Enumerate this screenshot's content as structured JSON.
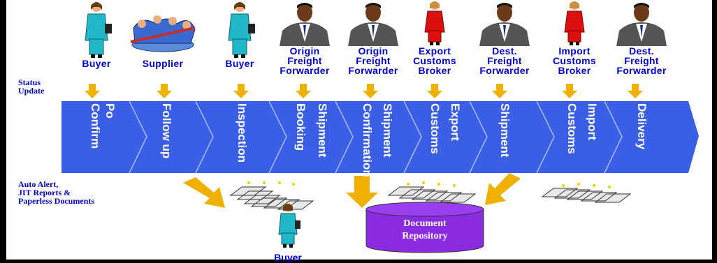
{
  "actors": [
    {
      "label": "Buyer",
      "icon": "woman-teal-icon"
    },
    {
      "label": "Supplier",
      "icon": "workers-group-icon"
    },
    {
      "label": "Buyer",
      "icon": "woman-teal-icon"
    },
    {
      "label": "Origin\nFreight\nForwarder",
      "icon": "businessman-icon"
    },
    {
      "label": "Origin\nFreight\nForwarder",
      "icon": "businessman-icon"
    },
    {
      "label": "Export\nCustoms\nBroker",
      "icon": "woman-red-icon"
    },
    {
      "label": "Dest.\nFreight\nForwarder",
      "icon": "businessman-icon"
    },
    {
      "label": "Import\nCustoms\nBroker",
      "icon": "woman-red-icon"
    },
    {
      "label": "Dest.\nFreight\nForwarder",
      "icon": "businessman-icon"
    }
  ],
  "status_label": "Status\nUpdate",
  "alert_label": "Auto Alert,\nJIT Reports &\nPaperless Documents",
  "steps": [
    {
      "lines": [
        "Po",
        "Confirm"
      ]
    },
    {
      "lines": [
        "Follow up"
      ]
    },
    {
      "lines": [
        "Inspection"
      ]
    },
    {
      "lines": [
        "Shipment",
        "Booking"
      ]
    },
    {
      "lines": [
        "Shipment",
        "Confirmation"
      ]
    },
    {
      "lines": [
        "Export",
        "Customs"
      ]
    },
    {
      "lines": [
        "Shipment"
      ]
    },
    {
      "lines": [
        "Import",
        "Customs"
      ]
    },
    {
      "lines": [
        "Delivery"
      ]
    }
  ],
  "repository": {
    "label": "Document\nRepository"
  },
  "bottom_actor": {
    "label": "Buyer"
  },
  "colors": {
    "arrow": "#3a5fe6",
    "flow_arrow": "#f0b000",
    "repository": "#8a2be2",
    "text_blue": "#0000cc"
  }
}
